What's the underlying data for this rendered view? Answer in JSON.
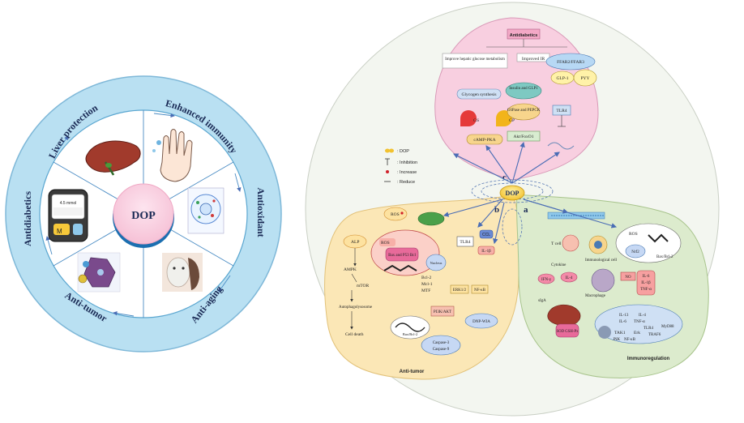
{
  "left_wheel": {
    "center": "DOP",
    "sectors": [
      {
        "label": "Liver protection"
      },
      {
        "label": "Enhanced immunity"
      },
      {
        "label": "Antioxidant"
      },
      {
        "label": "Anti-aging"
      },
      {
        "label": "Anti-tumor"
      },
      {
        "label": "Antidiabetics"
      }
    ],
    "meter_reading": "4.5 mmol"
  },
  "right": {
    "center": "DOP",
    "panel_letters": {
      "a": "a",
      "b": "b",
      "c": "c"
    },
    "legend": {
      "dop": ": DOP",
      "inhibition": ": Inhibition",
      "increase": ": Increase",
      "reduce": ": Reduce"
    },
    "antidiabetic": {
      "title": "Antidiabetics",
      "hepatic": "Improve hepatic glucose metabolism",
      "ir": "Improved IR",
      "glycogen": "Glycogen synthesis",
      "gs": "GS",
      "gp": "GP",
      "camp": "cAMP-PKA",
      "insulin": "Insulin and GLP1",
      "g6pase": "G6Pase and PEPCK",
      "akt": "Akt/FoxO1",
      "ffar": "FFAR2/FFAR3",
      "glp": "GLP-1",
      "pyy": "PYY",
      "tlr4": "TLR4"
    },
    "antitumor": {
      "title": "Anti-tumor",
      "ros_top": "ROS",
      "alp": "ALP",
      "ros_left": "ROS",
      "bax": "Bax and P53 Bcl",
      "nucleus": "Nucleus",
      "bcl2": "Bcl-2",
      "mcl1": "Mcl-1",
      "mtf": "MTF",
      "tlr": "TLR4",
      "ccl": "CCL",
      "il1b": "IL-1β",
      "ampk": "AMPK",
      "mtor": "mTOR",
      "autophago": "Autophagolysosome",
      "death": "Cell death",
      "erk": "ERK1/2",
      "nfkb": "NF-κB",
      "pi3k": "PI3K/AKT",
      "dnp": "DNP-WIA",
      "baxbcl": "Bax/Bcl-2",
      "casp3": "Caspase-3",
      "casp9": "Caspase-9"
    },
    "immuno": {
      "title": "Immunoregulation",
      "tcell": "T cell",
      "immcell": "Immunological cell",
      "ros": "ROS",
      "baxbcl": "Bax/Bcl-2",
      "nrf2": "Nrf2",
      "cytokine": "Cytokine",
      "ifn": "IFN-γ",
      "il4": "IL-4",
      "siga": "sIgA",
      "macrophage": "Macrophage",
      "no": "NO",
      "il6": "IL-6",
      "il1b": "IL-1β",
      "tnf": "TNF-α",
      "sod": "SOD GSH-Px",
      "il13": "IL-13",
      "il4b": "IL-4",
      "il6b": "IL-6",
      "tnfb": "TNF-α",
      "tlr4": "TLR4",
      "myd88": "MyD88",
      "tak1": "TAK1",
      "erk": "Erk",
      "jnk": "JNK",
      "nfkb": "NF-κB",
      "traf6": "TRAF6"
    }
  }
}
